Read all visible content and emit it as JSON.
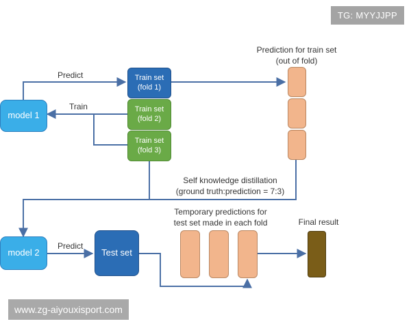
{
  "nodes": {
    "model1": "model 1",
    "model2": "model 2",
    "fold1": [
      "Train set",
      "(fold 1)"
    ],
    "fold2": [
      "Train set",
      "(fold 2)"
    ],
    "fold3": [
      "Train set",
      "(fold 3)"
    ],
    "test_set": "Test set"
  },
  "labels": {
    "predict_top": "Predict",
    "train": "Train",
    "prediction_train": [
      "Prediction for train set",
      "(out of fold)"
    ],
    "self_kd": [
      "Self knowledge distillation",
      "(ground truth:prediction = 7:3)"
    ],
    "temp_pred": [
      "Temporary predictions for",
      "test set made in each fold"
    ],
    "predict_bottom": "Predict",
    "final_result": "Final result"
  },
  "watermarks": {
    "top_right": "TG: MYYJJPP",
    "bottom_left": "www.zg-aiyouxisport.com"
  },
  "colors": {
    "arrow": "#4a6fa5",
    "model": "#3aaee8",
    "fold_blue": "#2b6db5",
    "fold_green": "#6aaa47",
    "prediction_bar": "#f2b58c",
    "final_result": "#7a5d18"
  }
}
